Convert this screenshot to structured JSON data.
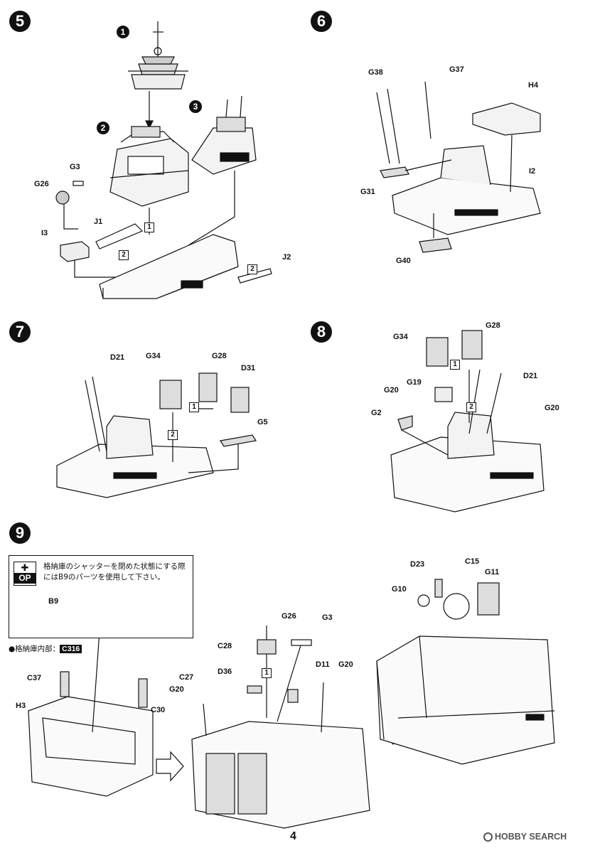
{
  "page_number": "4",
  "watermark": "HOBBY SEARCH",
  "steps": {
    "s5": {
      "number": "5",
      "sub": [
        "1",
        "2",
        "3"
      ],
      "labels": {
        "g3": "G3",
        "g26": "G26",
        "i3": "I3",
        "j1": "J1",
        "j2": "J2"
      },
      "seq": [
        "1",
        "2",
        "2"
      ]
    },
    "s6": {
      "number": "6",
      "labels": {
        "g38": "G38",
        "g37": "G37",
        "h4": "H4",
        "i2": "I2",
        "g31": "G31",
        "g40": "G40"
      }
    },
    "s7": {
      "number": "7",
      "labels": {
        "d21": "D21",
        "g34": "G34",
        "g28": "G28",
        "d31": "D31",
        "g5": "G5"
      },
      "seq": [
        "1",
        "2"
      ]
    },
    "s8": {
      "number": "8",
      "labels": {
        "g34": "G34",
        "g28": "G28",
        "d21": "D21",
        "g20a": "G20",
        "g19": "G19",
        "g2": "G2",
        "g20b": "G20"
      },
      "seq": [
        "1",
        "2"
      ]
    },
    "s9": {
      "number": "9",
      "note": {
        "op": "OP",
        "text": "格納庫のシャッターを閉めた状態にする際にはB9のパーツを使用して下さい。",
        "part": "B9"
      },
      "interior_label": "●格納庫内部：",
      "interior_code": "C316",
      "labels": {
        "c37": "C37",
        "h3": "H3",
        "c30": "C30",
        "c28": "C28",
        "g26": "G26",
        "g3": "G3",
        "d36": "D36",
        "c27": "C27",
        "g20a": "G20",
        "d11": "D11",
        "g20b": "G20",
        "d23": "D23",
        "c15": "C15",
        "g11": "G11",
        "g10": "G10"
      },
      "seq": [
        "1"
      ]
    }
  }
}
